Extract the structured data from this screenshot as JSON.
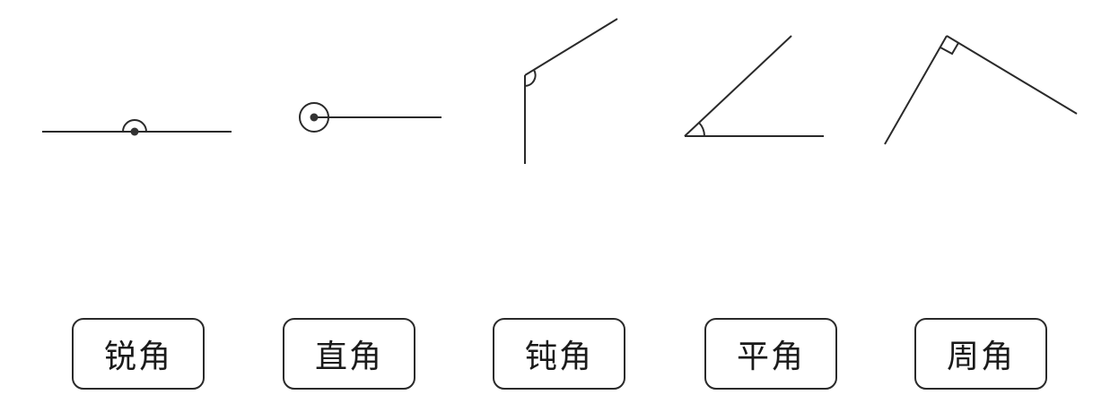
{
  "labels": [
    "锐角",
    "直角",
    "钝角",
    "平角",
    "周角"
  ],
  "angles": [
    {
      "kind": "straight"
    },
    {
      "kind": "full"
    },
    {
      "kind": "obtuse"
    },
    {
      "kind": "acute"
    },
    {
      "kind": "right"
    }
  ],
  "colors": {
    "line": "#2a2a2a",
    "dot": "#333333",
    "text": "#1a1a1a"
  }
}
